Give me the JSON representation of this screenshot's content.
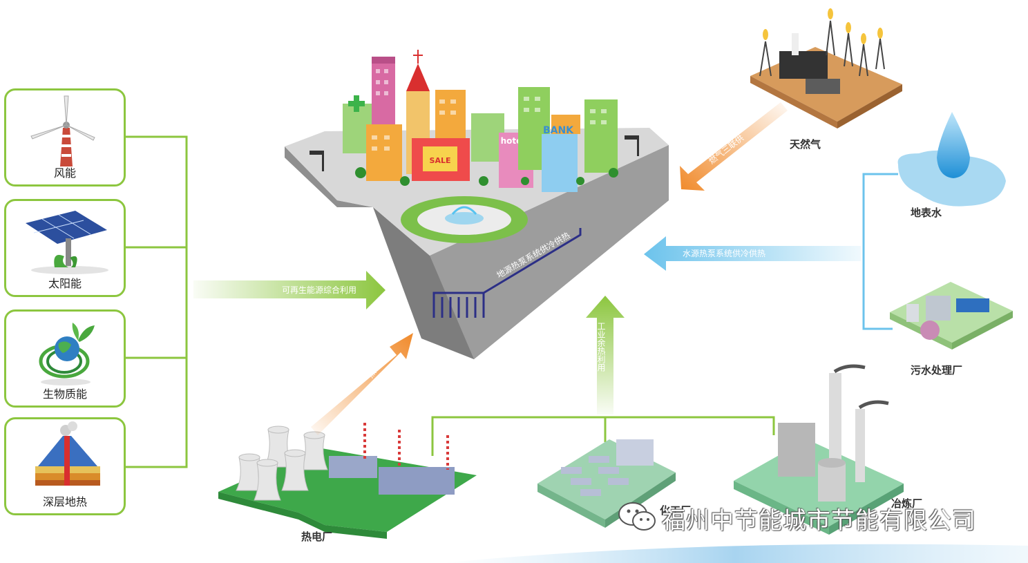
{
  "sources": {
    "wind": "风能",
    "solar": "太阳能",
    "biomass": "生物质能",
    "geothermal": "深层地热"
  },
  "flows": {
    "renewable": "可再生能源综合利用",
    "ground_source": "地源热泵系统供冷供热",
    "water_source": "水源热泵系统供冷供热",
    "gas": "燃气三联供",
    "thermal": "热电联产",
    "industrial_waste_heat": "工业余热利用"
  },
  "nodes": {
    "natural_gas": "天然气",
    "surface_water": "地表水",
    "sewage_plant": "污水处理厂",
    "thermal_plant": "热电厂",
    "chemical_plant": "化工厂",
    "smelter": "冶炼厂"
  },
  "city_signs": {
    "bank": "BANK",
    "hotel": "hotel",
    "sale": "SALE"
  },
  "watermark": "福州中节能城市节能有限公司",
  "colors": {
    "green": "#8cc63f",
    "orange": "#f08a2b",
    "blue": "#6cc3ec",
    "platform": "#9a9a9a"
  }
}
